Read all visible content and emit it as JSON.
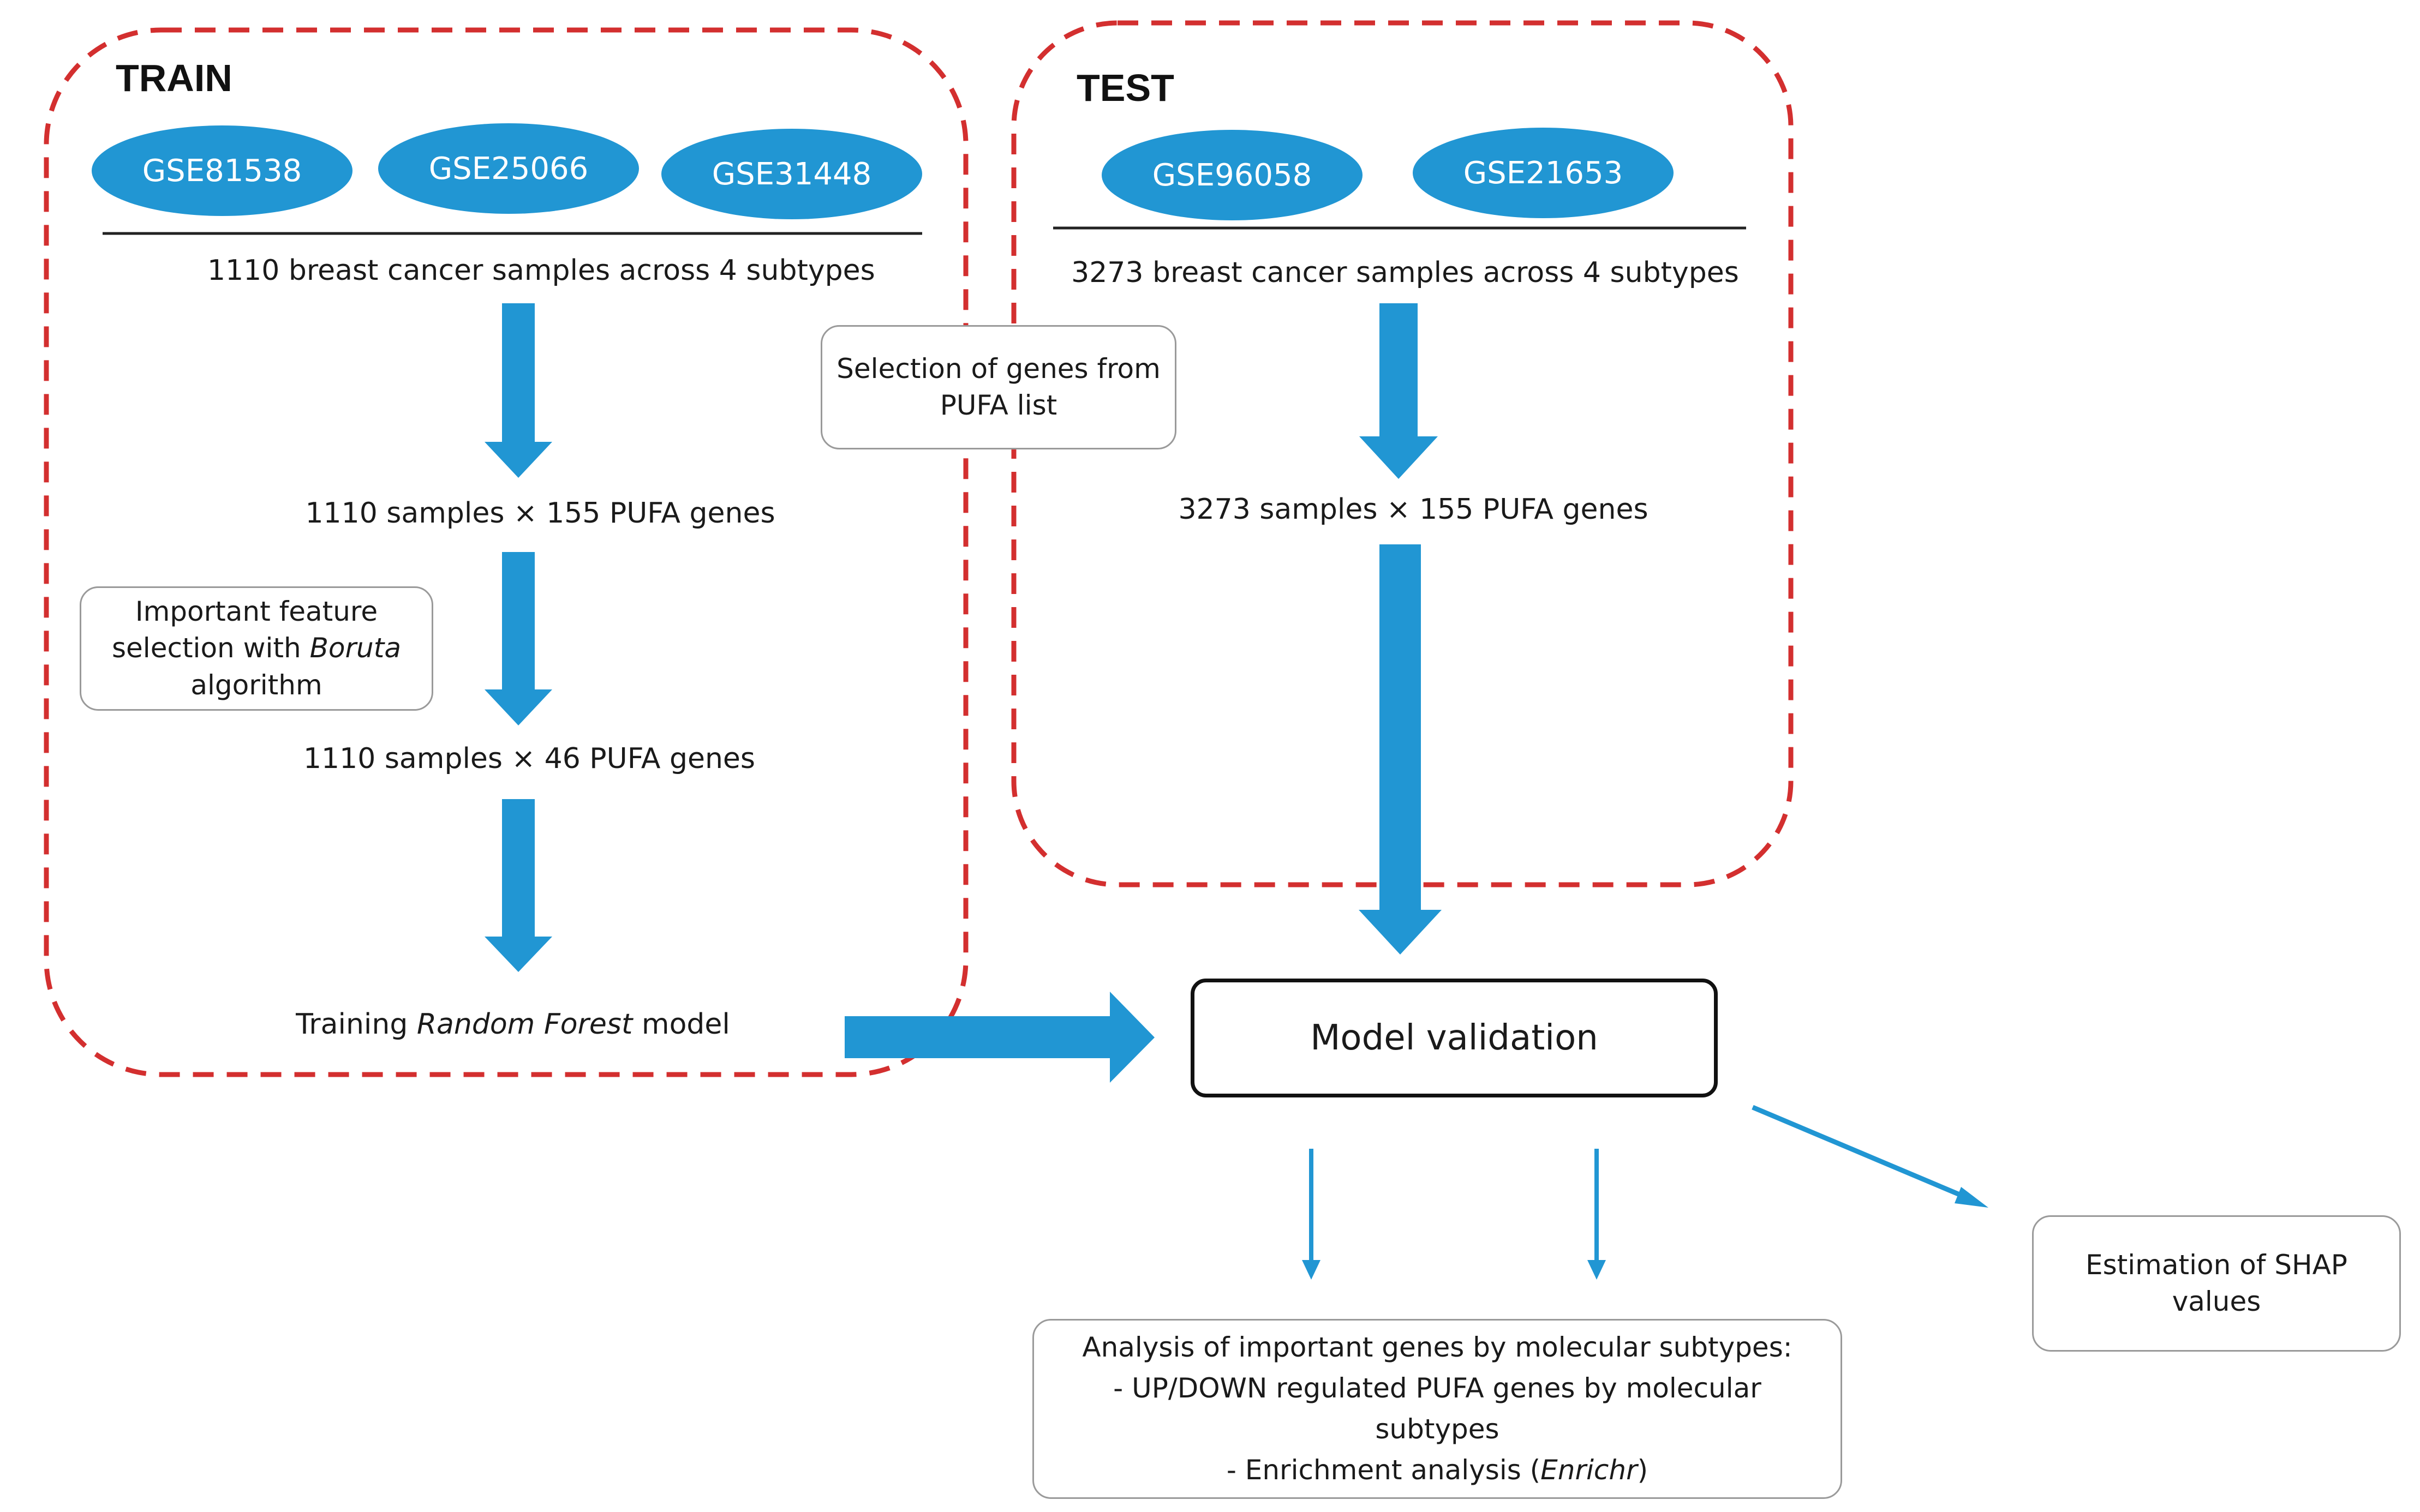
{
  "train": {
    "title": "TRAIN",
    "datasets": [
      "GSE81538",
      "GSE25066",
      "GSE31448"
    ],
    "samples": "1110 breast cancer samples across 4 subtypes",
    "step1": "1110 samples × 155 PUFA genes",
    "step2": "1110 samples × 46 PUFA genes",
    "boruta_note": {
      "line1": "Important feature",
      "line2_prefix": "selection with ",
      "line2_em": "Boruta",
      "line3": "algorithm"
    },
    "training": {
      "prefix": "Training ",
      "em": "Random Forest",
      "suffix": " model"
    }
  },
  "test": {
    "title": "TEST",
    "datasets": [
      "GSE96058",
      "GSE21653"
    ],
    "samples": "3273 breast cancer samples across 4 subtypes",
    "step1": "3273 samples × 155 PUFA genes"
  },
  "gene_selection_note": {
    "line1": "Selection of genes from",
    "line2": "PUFA list"
  },
  "validation": {
    "label": "Model validation"
  },
  "shap": {
    "line1": "Estimation of SHAP",
    "line2": "values"
  },
  "analysis": {
    "heading": "Analysis of important genes by molecular subtypes:",
    "item1_line1": "-   UP/DOWN regulated PUFA genes by molecular",
    "item1_line2": "subtypes",
    "item2_prefix": "-   Enrichment analysis (",
    "item2_em": "Enrichr",
    "item2_suffix": ")"
  },
  "colors": {
    "arrow_blue": "#2196d3",
    "oval_blue": "#2196d3",
    "dashed_red": "#d32f2f"
  }
}
